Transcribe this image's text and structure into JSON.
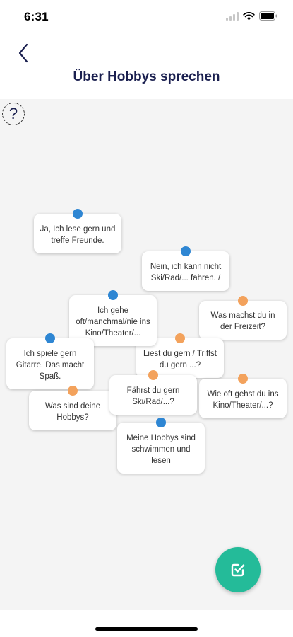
{
  "status": {
    "time": "6:31"
  },
  "header": {
    "title": "Über Hobbys sprechen",
    "back_icon": "chevron-left-icon"
  },
  "help": {
    "label": "?"
  },
  "colors": {
    "accent": "#24bb99",
    "answer_dot": "#2e86d3",
    "question_dot": "#f3a25c",
    "title": "#1a1f4f"
  },
  "cards": [
    {
      "text": "Ja, Ich lese gern und treffe Freunde.",
      "kind": "answer"
    },
    {
      "text": "Nein, ich kann nicht Ski/Rad/... fahren. /",
      "kind": "answer"
    },
    {
      "text": "Was machst du in der Freizeit?",
      "kind": "question"
    },
    {
      "text": "Liest du gern / Triffst du gern ...?",
      "kind": "question"
    },
    {
      "text": "Ich gehe oft/manchmal/nie ins Kino/Theater/...",
      "kind": "answer"
    },
    {
      "text": "Ich spiele gern Gitarre. Das macht Spaß.",
      "kind": "answer"
    },
    {
      "text": "Wie oft gehst du ins Kino/Theater/...?",
      "kind": "question"
    },
    {
      "text": "Was sind deine Hobbys?",
      "kind": "question"
    },
    {
      "text": "Fährst du gern Ski/Rad/...?",
      "kind": "question"
    },
    {
      "text": "Meine Hobbys sind schwimmen und lesen",
      "kind": "answer"
    }
  ],
  "fab": {
    "icon": "check-square-icon"
  }
}
